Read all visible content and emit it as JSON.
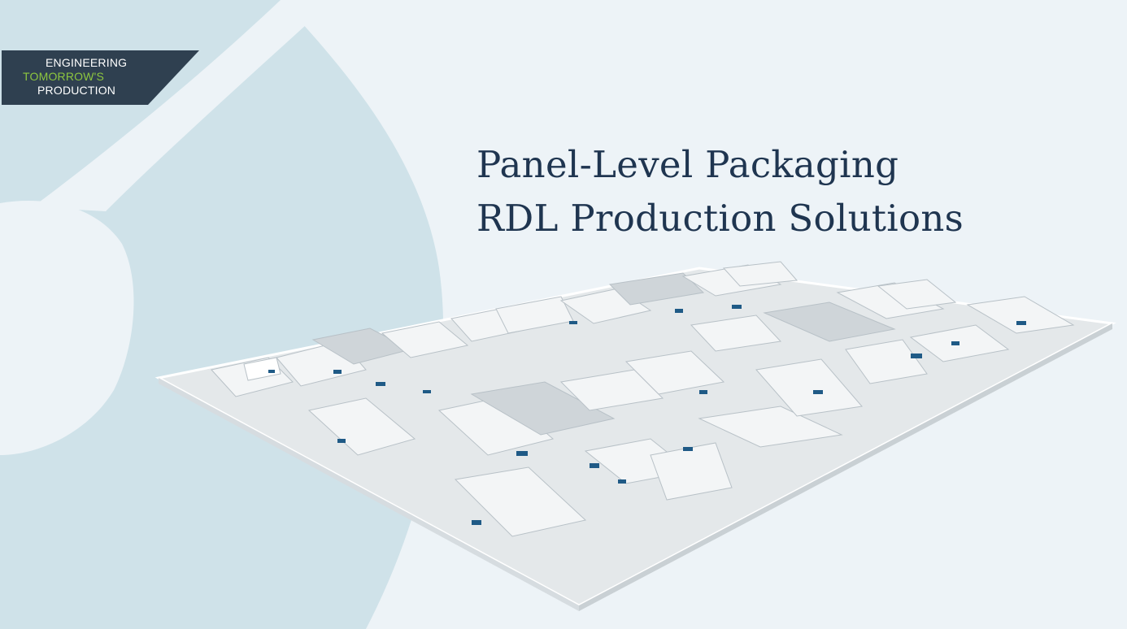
{
  "badge": {
    "line1": "ENGINEERING",
    "line2": "TOMORROW'S",
    "line3": "PRODUCTION"
  },
  "title": {
    "line1": "Panel-Level Packaging",
    "line2": "RDL Production Solutions"
  },
  "colors": {
    "background": "#edf3f7",
    "circle": "#cfe2e9",
    "badge_bg": "#2f4050",
    "badge_accent": "#8dc63f",
    "title": "#1f3550",
    "machine_accent": "#1f5a86"
  }
}
